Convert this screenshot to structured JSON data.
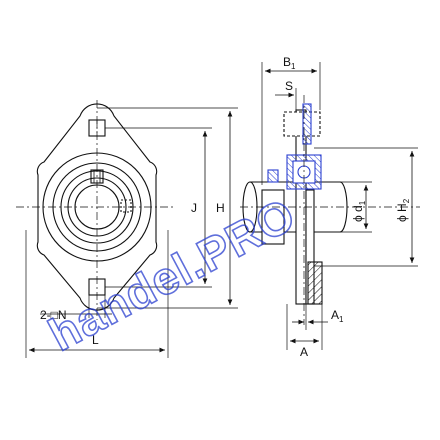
{
  "labels": {
    "B1_main": "B",
    "B1_sub": "1",
    "S": "S",
    "J": "J",
    "H": "H",
    "d1_prefix": "ϕ d",
    "d1_sub": "1",
    "H2_prefix": "ϕ H",
    "H2_sub": "2",
    "mount": "2-□N",
    "L": "L",
    "A1_main": "A",
    "A1_sub": "1",
    "A": "A"
  },
  "watermark": "handel.PRO",
  "colors": {
    "line": "#111111",
    "bearing": "#2a3fd0",
    "housing_fill": "#ffffff",
    "watermark": "#2a3fd0"
  }
}
